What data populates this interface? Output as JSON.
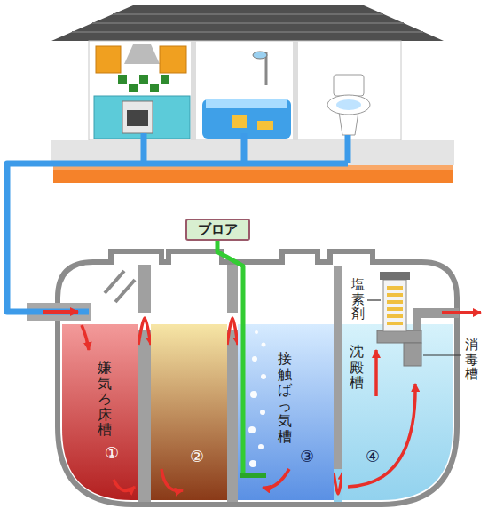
{
  "diagram": {
    "nodes": [
      {
        "text": [
          "ブロア"
        ]
      },
      {
        "text": [
          "嫌気ろ床槽",
          "①"
        ]
      },
      {
        "text": [
          "②"
        ]
      },
      {
        "text": [
          "接触ばっ気槽",
          "③"
        ]
      },
      {
        "text": [
          "沈殿槽",
          "④"
        ]
      }
    ],
    "edges": [
      {
        "from": 1,
        "to": 2,
        "arrow": "to"
      },
      {
        "from": 2,
        "to": 3,
        "arrow": "to"
      },
      {
        "from": 3,
        "to": 4,
        "arrow": "to"
      },
      {
        "from": 0,
        "to": 3,
        "arrow": "none"
      }
    ],
    "labels": [
      "塩素剤",
      "消毒槽"
    ]
  }
}
